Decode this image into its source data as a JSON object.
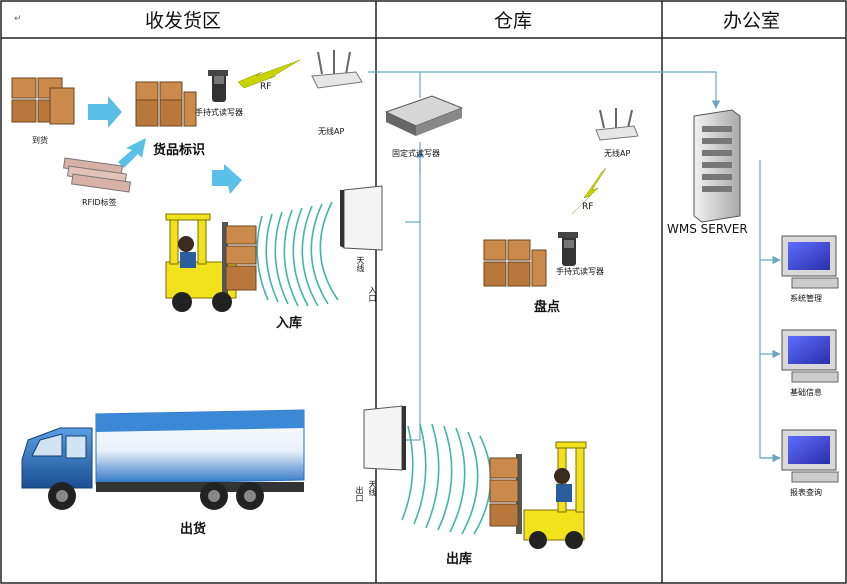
{
  "columns": {
    "receiving": "收发货区",
    "warehouse": "仓库",
    "office": "办公室"
  },
  "corner_mark": "↵",
  "labels": {
    "arrival": "到货",
    "rfid_tag": "RFID标签",
    "goods_id": "货品标识",
    "handheld_1": "手持式读写器",
    "rf_1": "RF",
    "wireless_ap_1": "无线AP",
    "fixed_reader": "固定式读写器",
    "wireless_ap_2": "无线AP",
    "rf_2": "RF",
    "handheld_2": "手持式读写器",
    "stocktake": "盘点",
    "antenna_in": "天线",
    "entrance": "入口",
    "inbound": "入库",
    "antenna_out": "天线",
    "exit": "出口",
    "outbound": "出库",
    "shipping": "出货",
    "wms": "WMS SERVER",
    "sys_mgmt": "系统管理",
    "base_info": "基础信息",
    "report": "报表查询"
  },
  "colors": {
    "arrow_blue": "#5bc0e8",
    "link_line": "#6aa6c8",
    "wave": "#40b5a8",
    "rf_bolt": "#c8d400",
    "forklift": "#f2e21b",
    "box": "#c98a4b",
    "truck": "#2a73c4"
  }
}
